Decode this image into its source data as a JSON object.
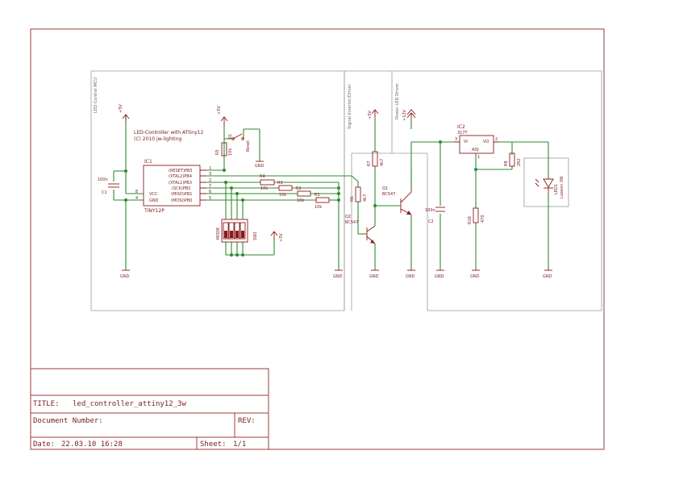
{
  "regions": {
    "mcu": "LED Control MCU",
    "inverter": "Signal Inverter/Driver",
    "led_driver": "Power LED Driver"
  },
  "notes": {
    "line1": "LED-Controller with ATtiny12",
    "line2": "(C) 2010 jw-lighting"
  },
  "power": {
    "plus5": "+5V",
    "plus12": "+12V",
    "gnd": "GND"
  },
  "ic1": {
    "name": "IC1",
    "part": "TINY12P",
    "pins": [
      "(RESET)PB5",
      "(XTAL2)PB4",
      "(XTAL1)PB3",
      "(SCK)PB2",
      "(MISO)PB1",
      "(MOSI)PB0"
    ],
    "pin_numbers": [
      "1",
      "3",
      "2",
      "7",
      "6",
      "5"
    ],
    "vcc": "VCC",
    "gnd": "GND",
    "vcc_pin": "8",
    "gnd_pin": "4"
  },
  "ic2": {
    "name": "IC2",
    "part": "317T",
    "vi": "VI",
    "vo": "VO",
    "adj": "ADJ",
    "pin_vi": "3",
    "pin_vo": "2",
    "pin_adj": "1"
  },
  "c1": {
    "name": "C1",
    "value": "100n"
  },
  "c2": {
    "name": "C2",
    "value": "100n"
  },
  "r3": {
    "name": "R3",
    "value": "10k"
  },
  "r4": {
    "name": "R4",
    "value": "10k"
  },
  "r2": {
    "name": "R2",
    "value": "10k"
  },
  "r1": {
    "name": "R1",
    "value": "10k"
  },
  "r5": {
    "name": "R5",
    "value": "10k"
  },
  "r6": {
    "name": "R6",
    "value": "4k7"
  },
  "r7": {
    "name": "R7",
    "value": "4k7"
  },
  "r8": {
    "name": "R8",
    "value": "2R2"
  },
  "r18": {
    "name": "R18",
    "value": "470"
  },
  "s1": {
    "name": "S1",
    "label": "Reset"
  },
  "sw1": {
    "name": "SW1",
    "label": "MODE"
  },
  "q1": {
    "name": "Q1",
    "part": "BC547"
  },
  "q2": {
    "name": "Q2",
    "part": "BC547"
  },
  "led1": {
    "name": "LED1",
    "part": "Luxeon 3W"
  },
  "title_block": {
    "title_label": "TITLE:",
    "title": "led_controller_attiny12_3w",
    "docnum_label": "Document Number:",
    "rev_label": "REV:",
    "date_label": "Date:",
    "date": "22.03.10 16:28",
    "sheet_label": "Sheet:",
    "sheet": "1/1"
  }
}
